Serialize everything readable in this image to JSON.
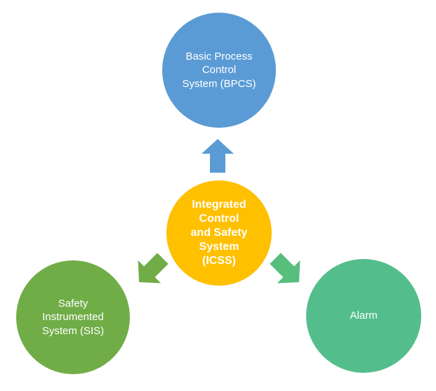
{
  "diagram": {
    "nodes": {
      "bpcs": {
        "label": "Basic Process\nControl\nSystem (BPCS)"
      },
      "icss": {
        "label": "Integrated\nControl\nand Safety\nSystem\n(ICSS)"
      },
      "sis": {
        "label": "Safety\nInstrumented\nSystem (SIS)"
      },
      "alarm": {
        "label": "Alarm"
      }
    },
    "colors": {
      "bpcs_circle": "#5B9BD5",
      "icss_circle": "#FFC000",
      "sis_circle": "#70AD47",
      "alarm_circle": "#53BE8C",
      "arrow_up": "#5B9BD5",
      "arrow_left": "#70AD47",
      "arrow_right": "#57BE7C",
      "text": "#FFFFFF"
    }
  }
}
